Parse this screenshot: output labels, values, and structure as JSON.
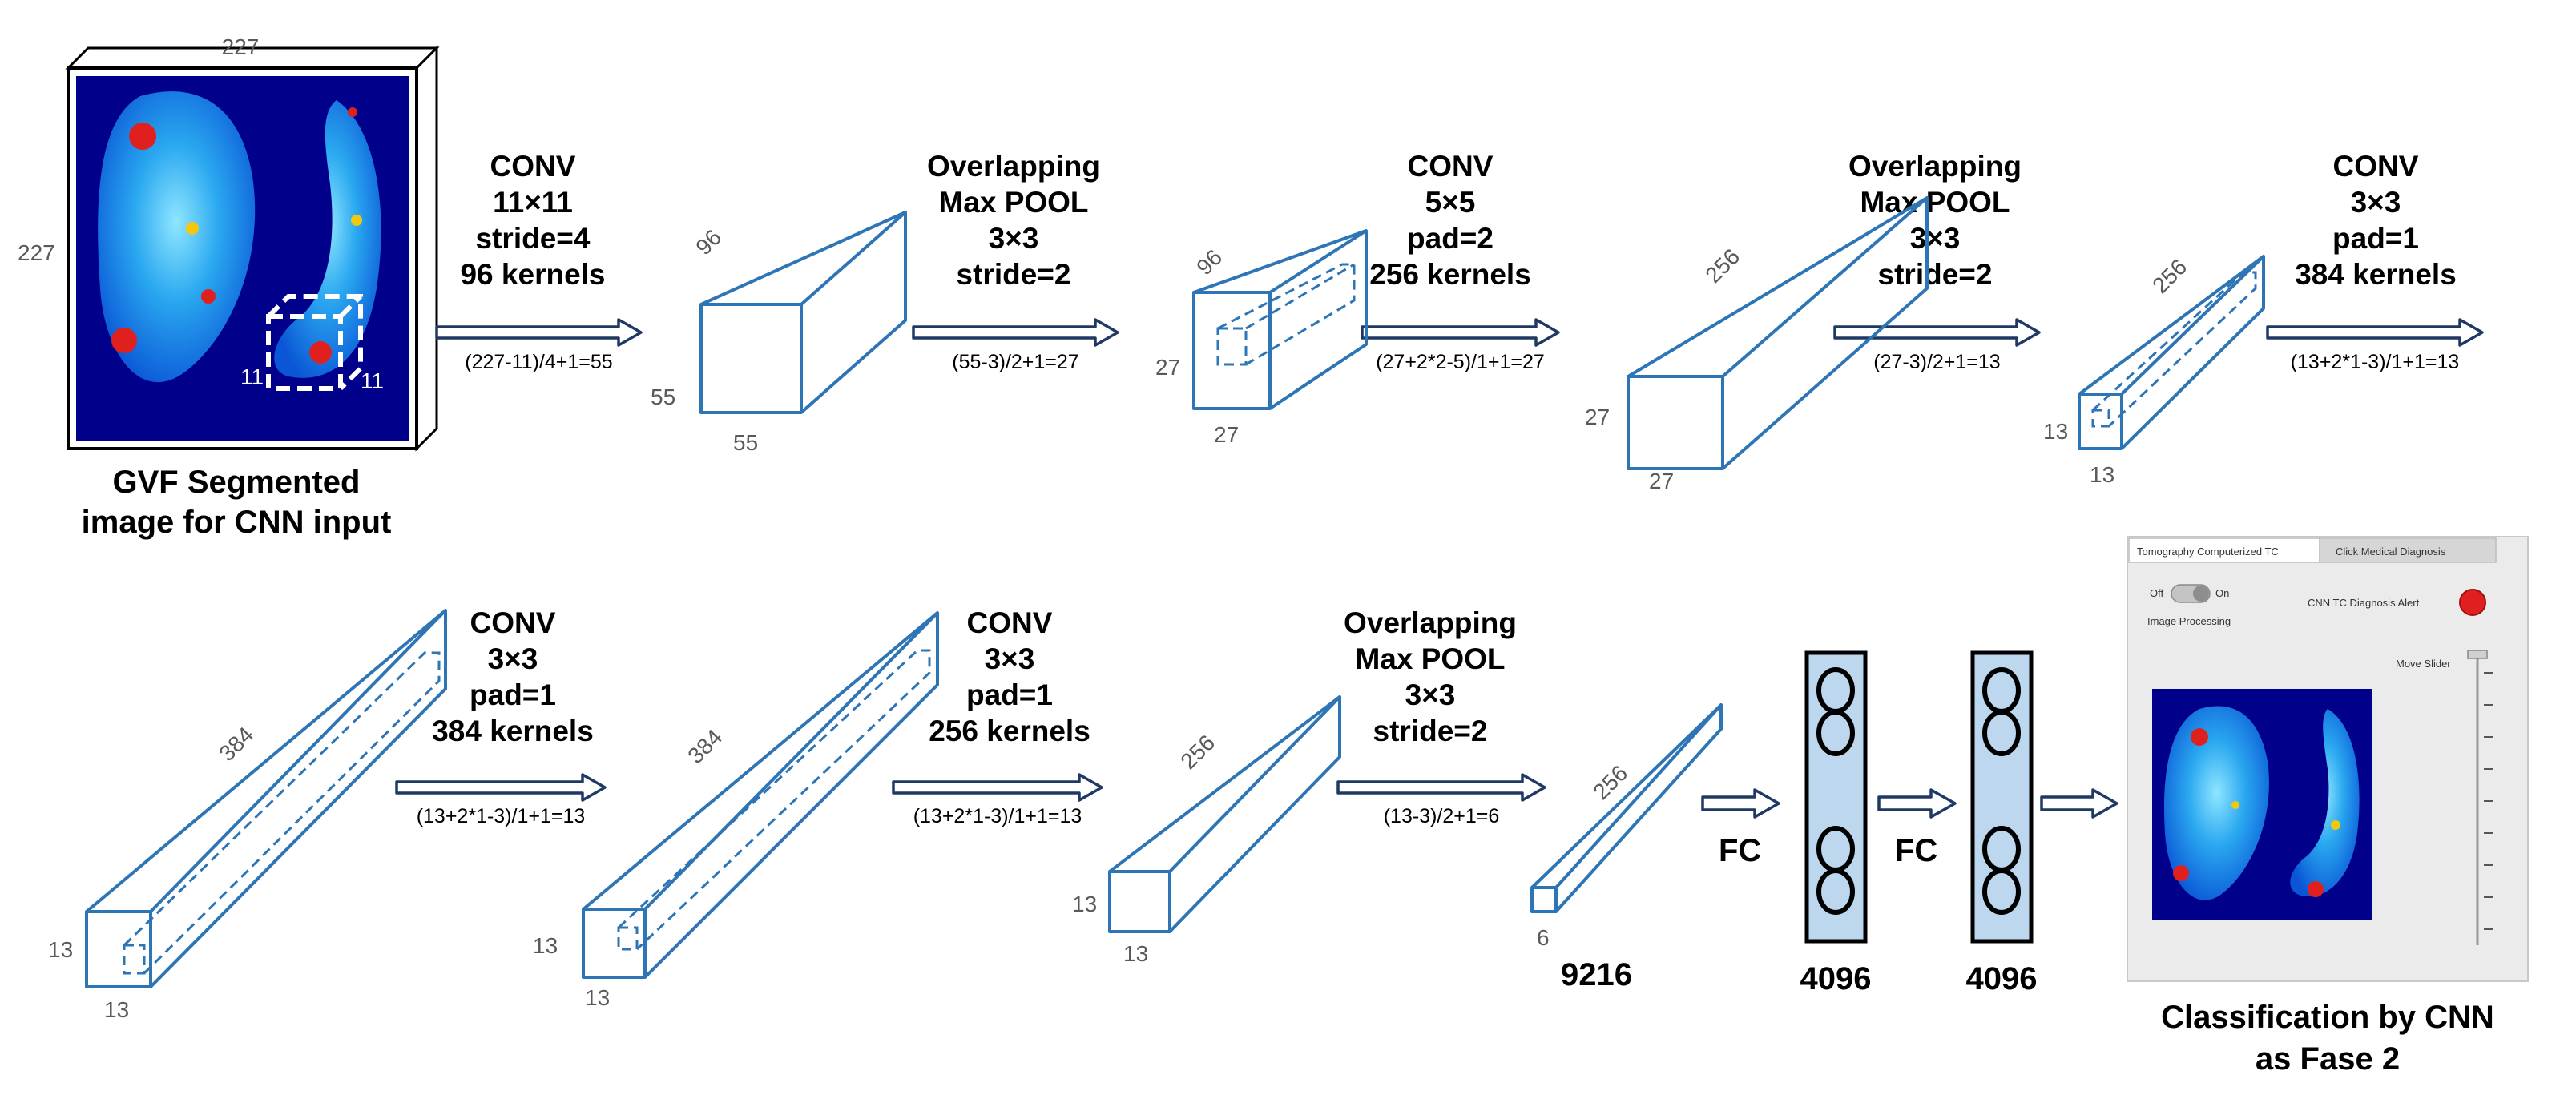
{
  "input": {
    "dim_top": "227",
    "dim_left": "227",
    "kernel_w": "11",
    "kernel_h": "11",
    "caption_line1": "GVF Segmented",
    "caption_line2": "image for CNN input"
  },
  "layers": [
    {
      "lines": [
        "CONV",
        "11×11",
        "stride=4",
        "96 kernels"
      ],
      "formula": "(227-11)/4+1=55"
    },
    {
      "lines": [
        "Overlapping",
        "Max POOL",
        "3×3",
        "stride=2"
      ],
      "formula": "(55-3)/2+1=27"
    },
    {
      "lines": [
        "CONV",
        "5×5",
        "pad=2",
        "256 kernels"
      ],
      "formula": "(27+2*2-5)/1+1=27"
    },
    {
      "lines": [
        "Overlapping",
        "Max POOL",
        "3×3",
        "stride=2"
      ],
      "formula": "(27-3)/2+1=13"
    },
    {
      "lines": [
        "CONV",
        "3×3",
        "pad=1",
        "384 kernels"
      ],
      "formula": "(13+2*1-3)/1+1=13"
    },
    {
      "lines": [
        "CONV",
        "3×3",
        "pad=1",
        "384 kernels"
      ],
      "formula": "(13+2*1-3)/1+1=13"
    },
    {
      "lines": [
        "CONV",
        "3×3",
        "pad=1",
        "256 kernels"
      ],
      "formula": "(13+2*1-3)/1+1=13"
    },
    {
      "lines": [
        "Overlapping",
        "Max POOL",
        "3×3",
        "stride=2"
      ],
      "formula": "(13-3)/2+1=6"
    }
  ],
  "volumes": [
    {
      "depth": "96",
      "height": "55",
      "width": "55"
    },
    {
      "depth": "96",
      "height": "27",
      "width": "27"
    },
    {
      "depth": "256",
      "height": "27",
      "width": "27"
    },
    {
      "depth": "256",
      "height": "13",
      "width": "13"
    },
    {
      "depth": "384",
      "height": "13",
      "width": "13"
    },
    {
      "depth": "384",
      "height": "13",
      "width": "13"
    },
    {
      "depth": "256",
      "height": "13",
      "width": "13"
    },
    {
      "depth": "256",
      "height": "6",
      "width": "9216"
    }
  ],
  "fc": {
    "label1": "FC",
    "label2": "FC",
    "units1": "4096",
    "units2": "4096"
  },
  "app": {
    "tabs": [
      "Tomography Computerized TC",
      "Click Medical Diagnosis"
    ],
    "toggle_off": "Off",
    "toggle_on": "On",
    "toggle_caption": "Image Processing",
    "alert_label": "CNN TC Diagnosis Alert",
    "slider_label": "Move Slider",
    "alert_color": "#e02020"
  },
  "output": {
    "caption_line1": "Classification by CNN",
    "caption_line2": "as Fase 2"
  }
}
